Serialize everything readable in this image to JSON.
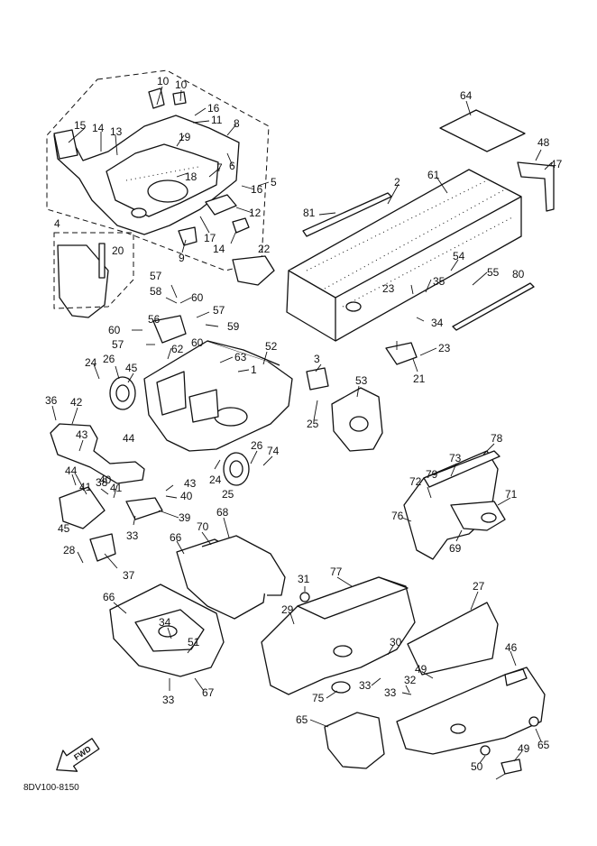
{
  "diagram": {
    "drawing_code": "8DV100-8150",
    "fwd_label": "FWD",
    "callouts": [
      "10",
      "10",
      "16",
      "11",
      "15",
      "14",
      "13",
      "19",
      "8",
      "6",
      "18",
      "7",
      "16",
      "5",
      "12",
      "17",
      "14",
      "9",
      "4",
      "20",
      "22",
      "64",
      "48",
      "47",
      "2",
      "61",
      "81",
      "54",
      "55",
      "80",
      "23",
      "35",
      "34",
      "23",
      "21",
      "57",
      "58",
      "60",
      "57",
      "56",
      "59",
      "60",
      "57",
      "60",
      "62",
      "63",
      "1",
      "52",
      "3",
      "53",
      "25",
      "26",
      "24",
      "45",
      "36",
      "42",
      "43",
      "44",
      "44",
      "40",
      "43",
      "41",
      "40",
      "38",
      "41",
      "39",
      "45",
      "33",
      "28",
      "37",
      "24",
      "25",
      "26",
      "74",
      "78",
      "73",
      "72",
      "79",
      "71",
      "76",
      "69",
      "70",
      "68",
      "66",
      "31",
      "77",
      "27",
      "66",
      "29",
      "34",
      "51",
      "30",
      "46",
      "49",
      "33",
      "32",
      "33",
      "33",
      "67",
      "75",
      "65",
      "65",
      "50",
      "49"
    ]
  }
}
